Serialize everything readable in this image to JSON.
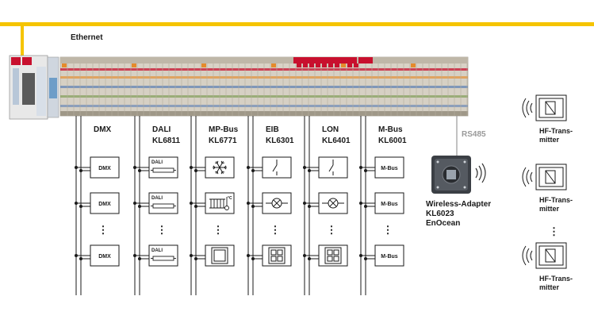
{
  "ethernet": {
    "label": "Ethernet",
    "color": "#f5c400"
  },
  "columns": [
    {
      "title": "DMX",
      "subtitle": "",
      "devices": [
        "DMX",
        "DMX",
        "DMX"
      ]
    },
    {
      "title": "DALI",
      "subtitle": "KL6811",
      "devices": [
        "DALI",
        "DALI",
        "DALI"
      ]
    },
    {
      "title": "MP-Bus",
      "subtitle": "KL6771",
      "devices": [
        "snowflake",
        "heater",
        "square"
      ]
    },
    {
      "title": "EIB",
      "subtitle": "KL6301",
      "devices": [
        "switch",
        "lamp",
        "keypad"
      ]
    },
    {
      "title": "LON",
      "subtitle": "KL6401",
      "devices": [
        "switch",
        "lamp",
        "keypad"
      ]
    },
    {
      "title": "M-Bus",
      "subtitle": "KL6001",
      "devices": [
        "M-Bus",
        "M-Bus",
        "M-Bus"
      ]
    }
  ],
  "rs485": {
    "label": "RS485"
  },
  "wireless_adapter": {
    "line1": "Wireless-Adapter",
    "line2": "KL6023",
    "line3": "EnOcean"
  },
  "hf_transmitters": [
    {
      "line1": "HF-Trans-",
      "line2": "mitter"
    },
    {
      "line1": "HF-Trans-",
      "line2": "mitter"
    },
    {
      "line1": "HF-Trans-",
      "line2": "mitter"
    }
  ],
  "ellipsis": "⋮",
  "heater_unit": "°C",
  "terminal_colors": [
    "#d9d2c6",
    "#c8102e",
    "#e58b2b",
    "#5a7fb5",
    "#6a8f3a",
    "#b0b0b0"
  ]
}
